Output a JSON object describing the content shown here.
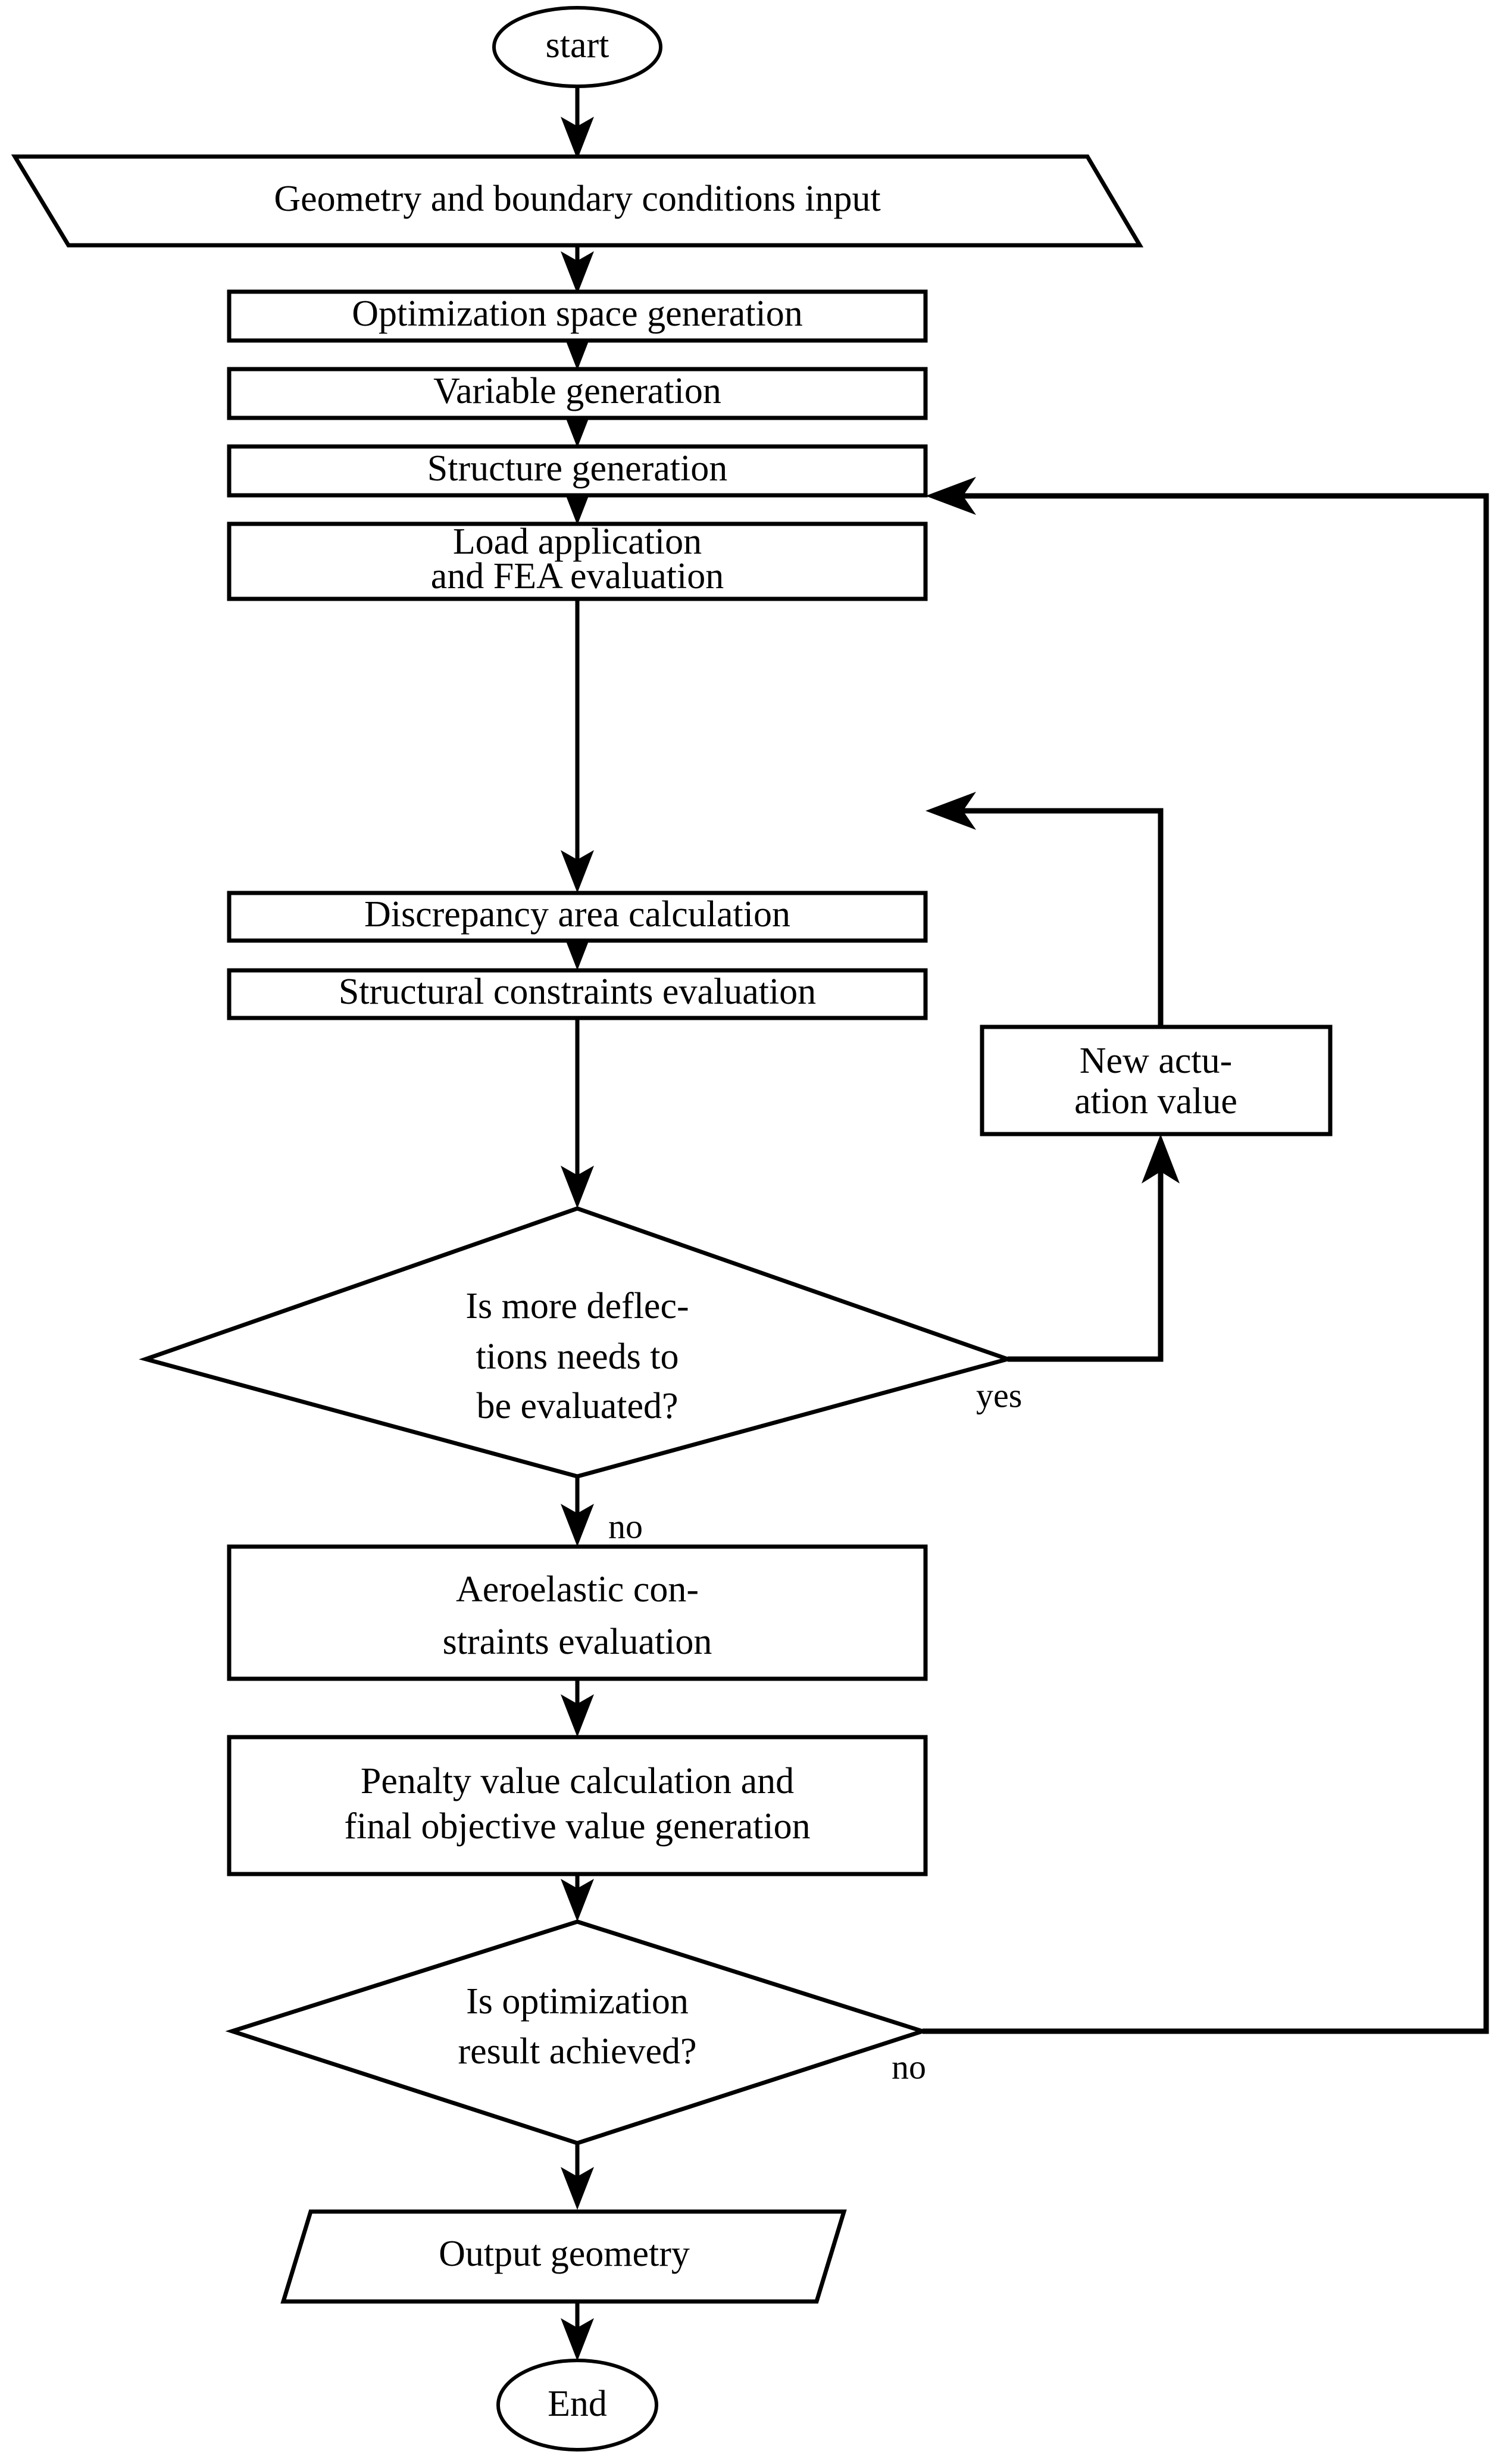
{
  "diagram": {
    "title": "Optimization process flowchart",
    "type": "flowchart",
    "stroke_color": "#000000",
    "fill_color": "#ffffff"
  },
  "nodes": {
    "start": {
      "label": "start",
      "shape": "ellipse"
    },
    "input": {
      "label": "Geometry and boundary conditions input",
      "shape": "parallelogram"
    },
    "opt_space": {
      "label": "Optimization space generation",
      "shape": "rectangle"
    },
    "variable_gen": {
      "label": "Variable generation",
      "shape": "rectangle"
    },
    "structure_gen": {
      "label": "Structure generation",
      "shape": "rectangle"
    },
    "load_fea": {
      "label_line1": "Load application",
      "label_line2": "and FEA evaluation",
      "shape": "rectangle"
    },
    "discrepancy": {
      "label": "Discrepancy area calculation",
      "shape": "rectangle"
    },
    "struct_constraints": {
      "label": "Structural constraints evaluation",
      "shape": "rectangle"
    },
    "new_actuation": {
      "label_line1": "New actu-",
      "label_line2": "ation value",
      "shape": "rectangle"
    },
    "decision_deflections": {
      "label_line1": "Is more deflec-",
      "label_line2": "tions needs to",
      "label_line3": "be evaluated?",
      "shape": "diamond"
    },
    "aeroelastic": {
      "label_line1": "Aeroelastic con-",
      "label_line2": "straints evaluation",
      "shape": "rectangle"
    },
    "penalty": {
      "label_line1": "Penalty value calculation and",
      "label_line2": "final objective value generation",
      "shape": "rectangle"
    },
    "decision_optimization": {
      "label_line1": "Is optimization",
      "label_line2": "result achieved?",
      "shape": "diamond"
    },
    "output": {
      "label": "Output geometry",
      "shape": "parallelogram"
    },
    "end": {
      "label": "End",
      "shape": "ellipse"
    }
  },
  "edge_labels": {
    "deflections_yes": "yes",
    "deflections_no": "no",
    "optimization_no": "no"
  }
}
